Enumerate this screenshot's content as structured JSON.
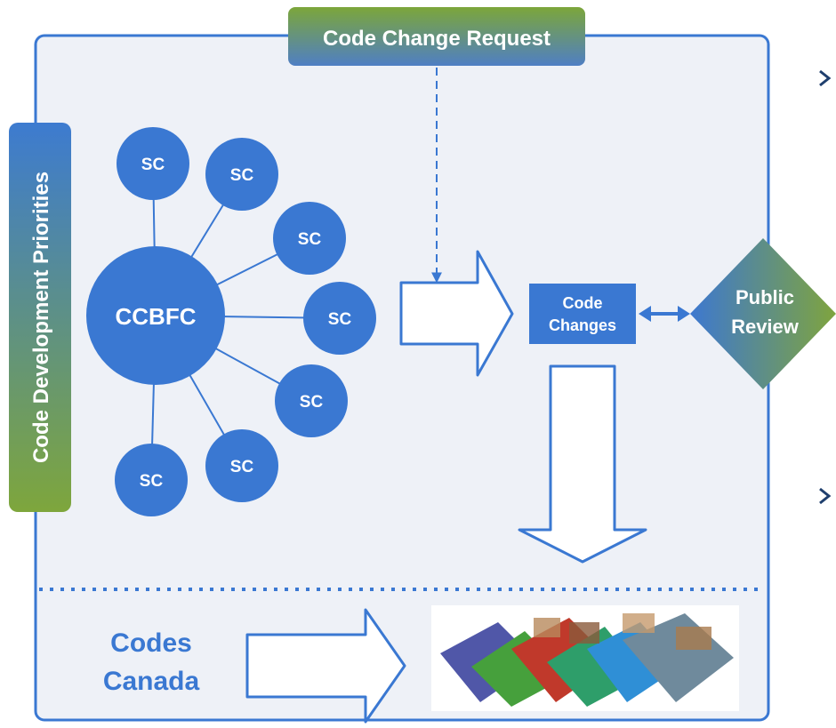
{
  "top_label": "Code Change Request",
  "side_label": "Code Development Priorities",
  "central_node": "CCBFC",
  "subcommittee_nodes": [
    "SC",
    "SC",
    "SC",
    "SC",
    "SC",
    "SC",
    "SC"
  ],
  "code_changes": {
    "line1": "Code",
    "line2": "Changes"
  },
  "public_review": {
    "line1": "Public",
    "line2": "Review"
  },
  "bottom_label": {
    "line1": "Codes",
    "line2": "Canada"
  },
  "thumbnail_icon": "code-publications-image",
  "colors": {
    "primary_blue": "#3a78d2",
    "light_panel": "#eef1f7",
    "green": "#7aa23e",
    "white": "#ffffff"
  }
}
